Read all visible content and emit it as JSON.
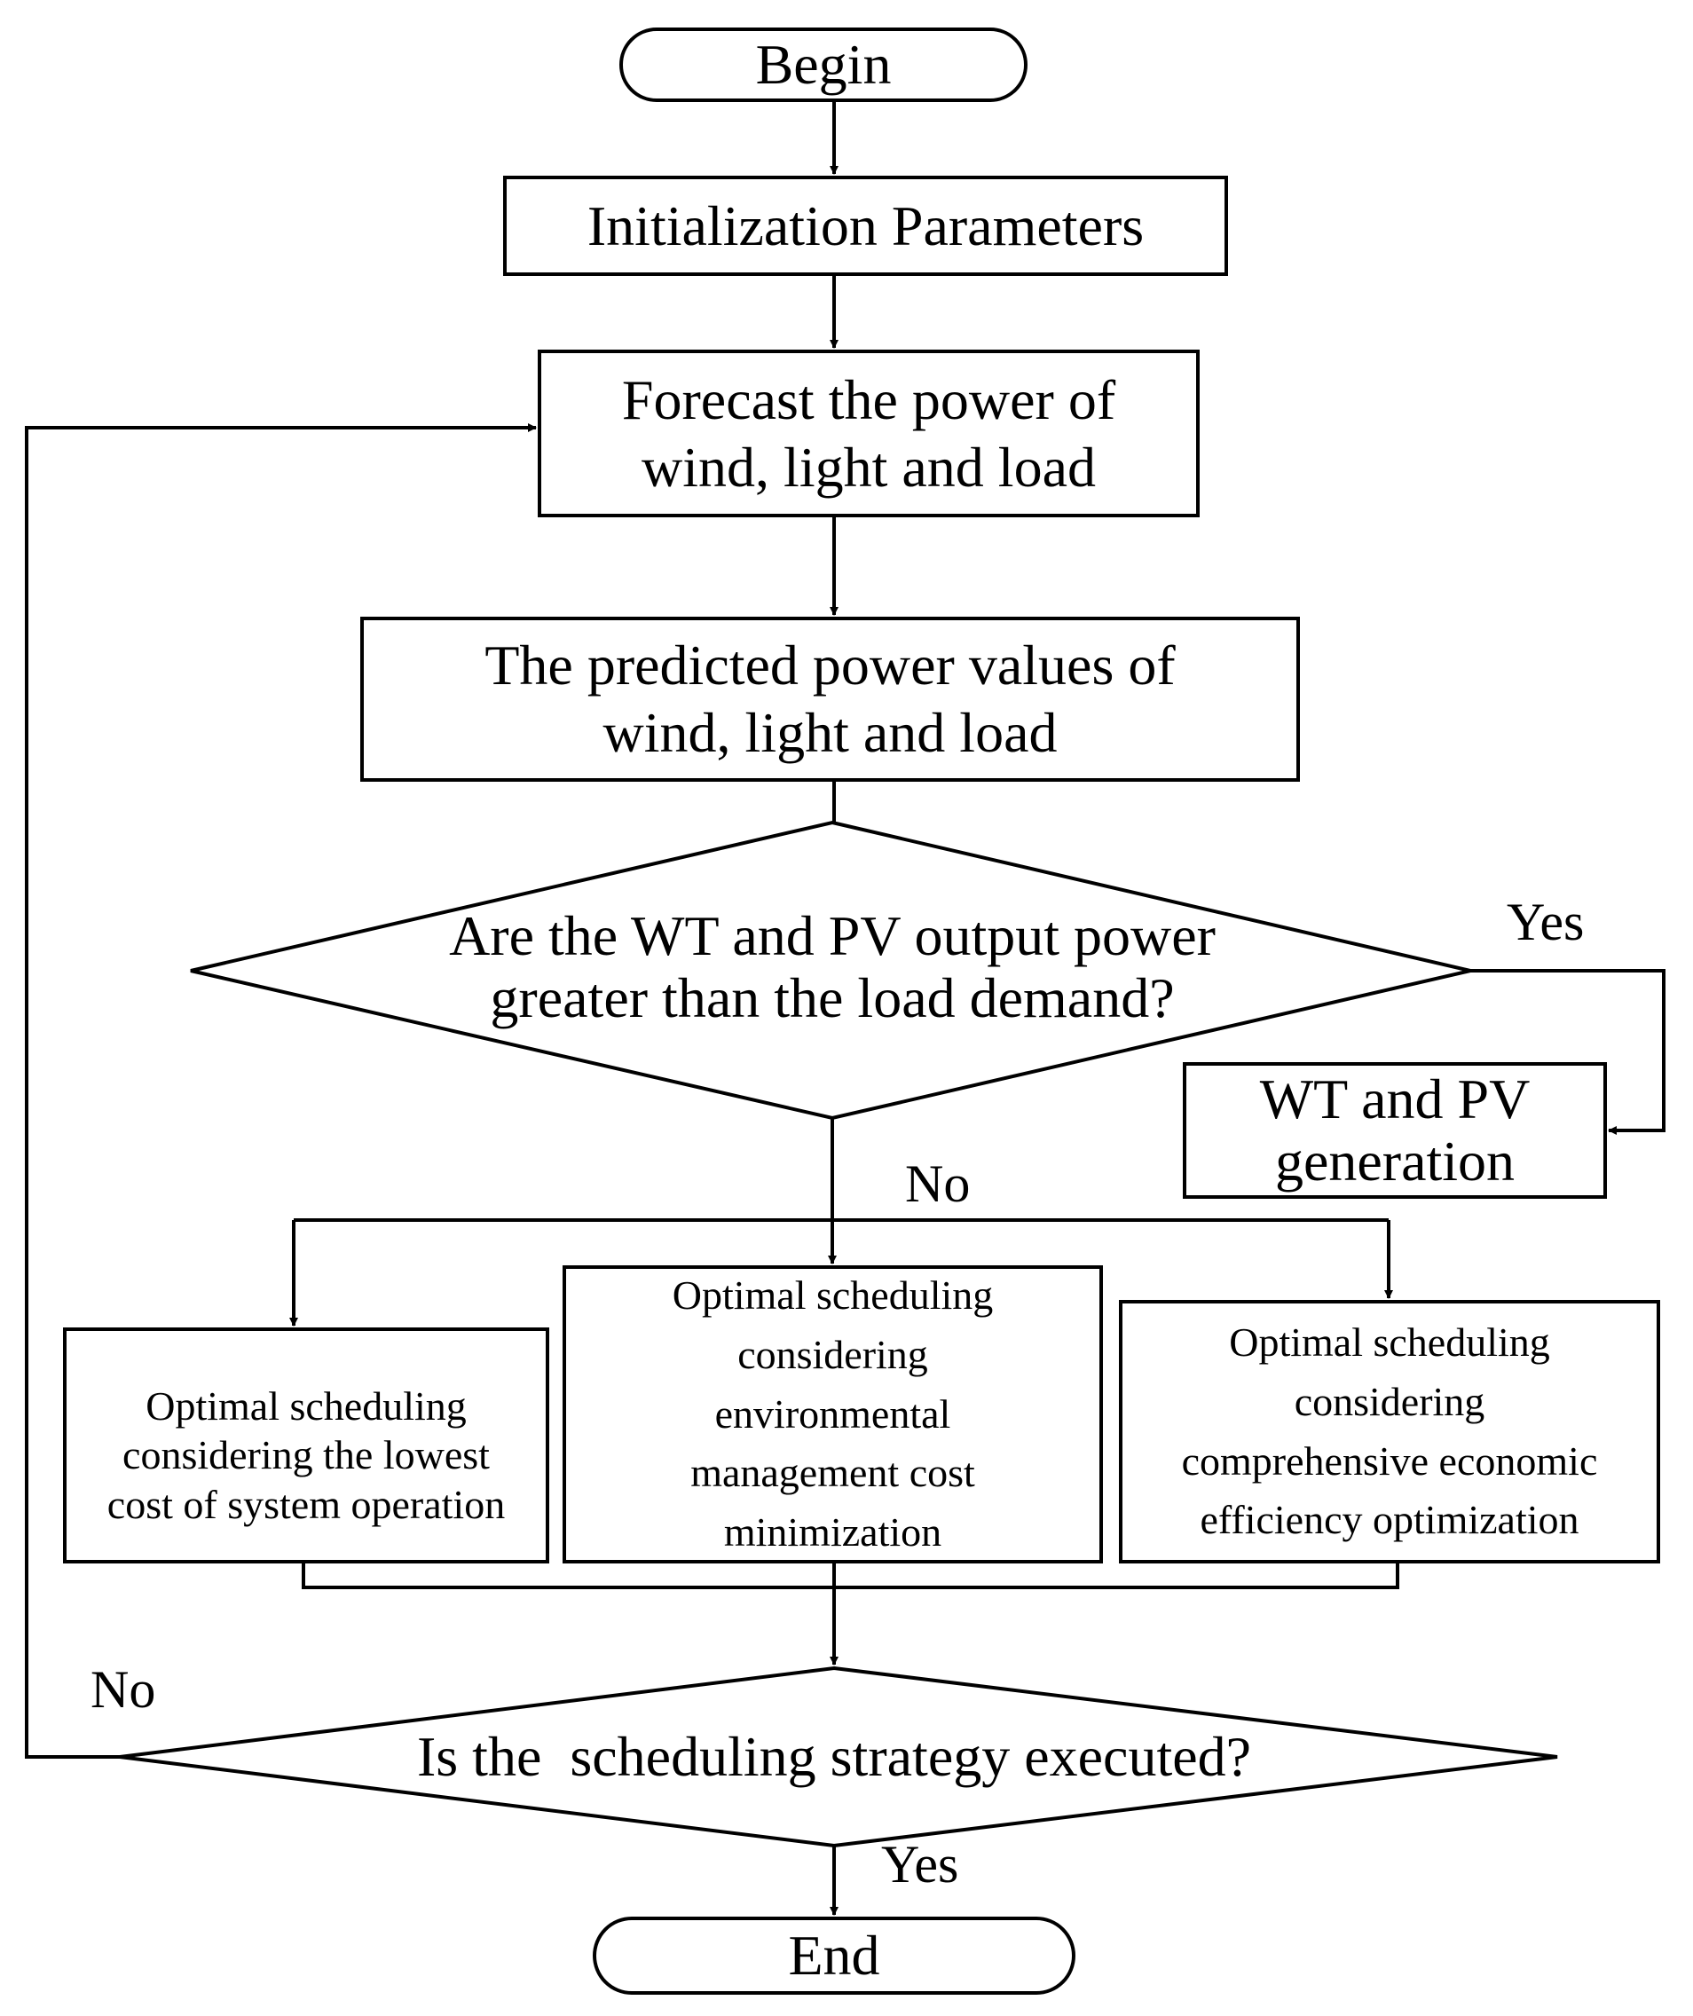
{
  "nodes": {
    "begin": "Begin",
    "init": "Initialization Parameters",
    "forecast": [
      "Forecast the power of",
      "wind, light and load"
    ],
    "predicted": [
      "The predicted power values of",
      "wind, light and load"
    ],
    "decision1": [
      "Are the WT and PV output power",
      "greater than the load demand?"
    ],
    "wtpv": [
      "WT and PV",
      "generation"
    ],
    "opt1": [
      "Optimal scheduling",
      "considering the lowest",
      "cost of system operation"
    ],
    "opt2": [
      "Optimal scheduling",
      "considering",
      "environmental",
      "management cost",
      "minimization"
    ],
    "opt3": [
      "Optimal scheduling",
      "considering",
      "comprehensive economic",
      "efficiency optimization"
    ],
    "decision2": "Is the  scheduling strategy executed?",
    "end": "End"
  },
  "edges": {
    "yes1": "Yes",
    "no1": "No",
    "no2": "No",
    "yes2": "Yes"
  }
}
